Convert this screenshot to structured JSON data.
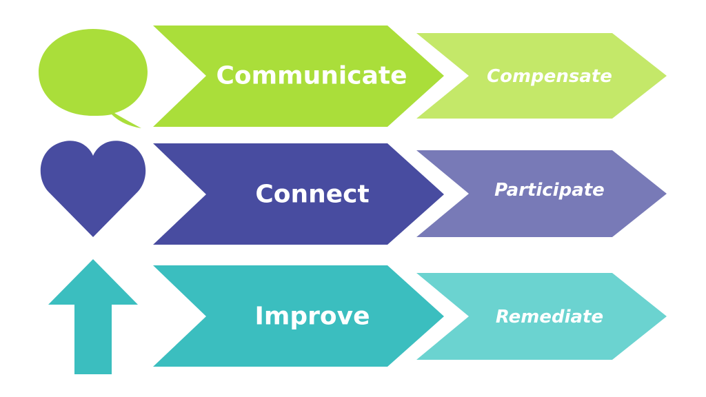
{
  "rows": [
    {
      "icon": "speech-bubble-icon",
      "primary_label": "Communicate",
      "secondary_label": "Compensate",
      "primary_color": "#aade3a",
      "secondary_color": "#c4e869"
    },
    {
      "icon": "heart-icon",
      "primary_label": "Connect",
      "secondary_label": "Participate",
      "primary_color": "#484ca0",
      "secondary_color": "#787ab7"
    },
    {
      "icon": "up-arrow-icon",
      "primary_label": "Improve",
      "secondary_label": "Remediate",
      "primary_color": "#3bbebf",
      "secondary_color": "#6bd3d0"
    }
  ]
}
